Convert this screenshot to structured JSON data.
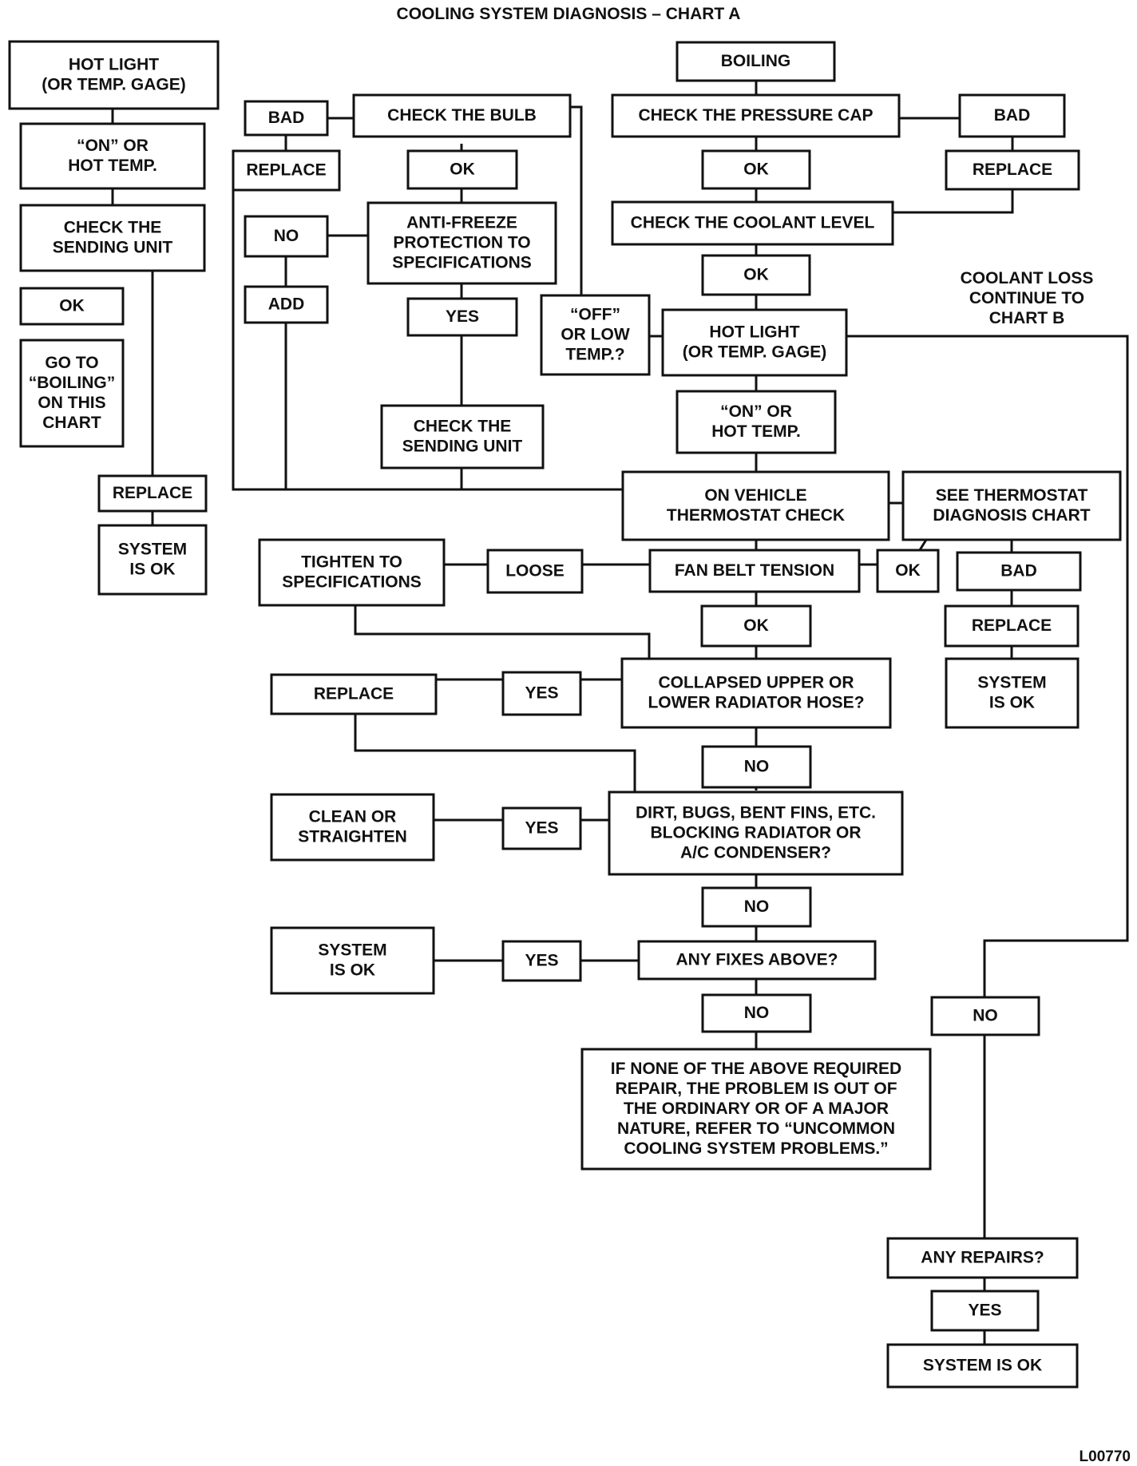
{
  "title": "COOLING SYSTEM DIAGNOSIS – CHART A",
  "figure_code": "L00770",
  "colors": {
    "ink": "#111111",
    "paper": "#ffffff"
  },
  "nodes": {
    "hot_light_1": "HOT LIGHT\n(OR TEMP. GAGE)",
    "on_hot_1": "“ON” OR\nHOT TEMP.",
    "check_sending_1": "CHECK THE\nSENDING UNIT",
    "ok_sending": "OK",
    "goto_boiling": "GO TO\n“BOILING”\nON THIS\nCHART",
    "replace_sending": "REPLACE",
    "system_ok_1": "SYSTEM\nIS OK",
    "bad_bulb": "BAD",
    "check_bulb": "CHECK THE BULB",
    "replace_bulb": "REPLACE",
    "ok_bulb": "OK",
    "no_antifreeze": "NO",
    "antifreeze": "ANTI-FREEZE\nPROTECTION TO\nSPECIFICATIONS",
    "add": "ADD",
    "yes_antifreeze": "YES",
    "check_sending_2": "CHECK THE\nSENDING UNIT",
    "off_low": "“OFF”\nOR LOW\nTEMP.?",
    "boiling": "BOILING",
    "check_cap": "CHECK THE PRESSURE CAP",
    "bad_cap": "BAD",
    "ok_cap": "OK",
    "replace_cap": "REPLACE",
    "check_coolant": "CHECK THE COOLANT LEVEL",
    "ok_coolant": "OK",
    "coolant_loss": "COOLANT LOSS\nCONTINUE TO\nCHART B",
    "hot_light_2": "HOT LIGHT\n(OR TEMP. GAGE)",
    "on_hot_2": "“ON” OR\nHOT TEMP.",
    "thermostat_check": "ON VEHICLE\nTHERMOSTAT CHECK",
    "see_thermostat": "SEE THERMOSTAT\nDIAGNOSIS CHART",
    "tighten": "TIGHTEN TO\nSPECIFICATIONS",
    "loose": "LOOSE",
    "fan_belt": "FAN BELT TENSION",
    "ok_thermostat": "OK",
    "bad_thermostat": "BAD",
    "ok_belt": "OK",
    "replace_thermostat": "REPLACE",
    "replace_hose": "REPLACE",
    "yes_hose": "YES",
    "collapsed_hose": "COLLAPSED UPPER OR\nLOWER RADIATOR HOSE?",
    "system_ok_thermo": "SYSTEM\nIS OK",
    "no_hose": "NO",
    "clean": "CLEAN OR\nSTRAIGHTEN",
    "yes_dirt": "YES",
    "dirt": "DIRT, BUGS, BENT FINS, ETC.\nBLOCKING RADIATOR OR\nA/C CONDENSER?",
    "no_dirt": "NO",
    "system_ok_fixes": "SYSTEM\nIS OK",
    "yes_fixes": "YES",
    "any_fixes": "ANY FIXES ABOVE?",
    "no_fixes": "NO",
    "no_right": "NO",
    "none_above": "IF NONE OF THE ABOVE REQUIRED\nREPAIR, THE PROBLEM IS OUT OF\nTHE ORDINARY OR OF A MAJOR\nNATURE, REFER TO “UNCOMMON\nCOOLING SYSTEM PROBLEMS.”",
    "any_repairs": "ANY REPAIRS?",
    "yes_repairs": "YES",
    "system_ok_final": "SYSTEM IS OK"
  }
}
